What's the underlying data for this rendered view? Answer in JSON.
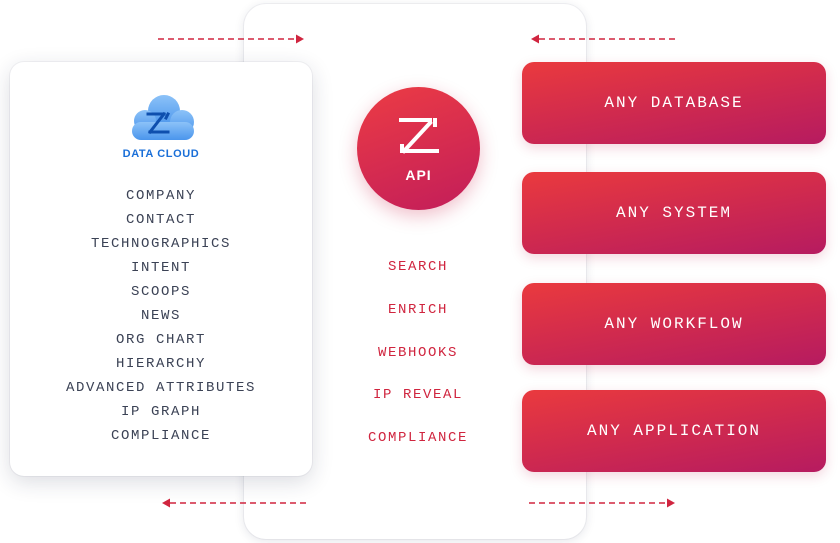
{
  "data_cloud": {
    "label": "DATA CLOUD",
    "icon": "zoominfo-cloud-icon",
    "items": [
      "COMPANY",
      "CONTACT",
      "TECHNOGRAPHICS",
      "INTENT",
      "SCOOPS",
      "NEWS",
      "ORG CHART",
      "HIERARCHY",
      "ADVANCED ATTRIBUTES",
      "IP GRAPH",
      "COMPLIANCE"
    ]
  },
  "api": {
    "label": "API",
    "icon": "zoominfo-z-logo-icon",
    "operations": [
      "SEARCH",
      "ENRICH",
      "WEBHOOKS",
      "IP REVEAL",
      "COMPLIANCE"
    ]
  },
  "destinations": [
    "ANY DATABASE",
    "ANY SYSTEM",
    "ANY WORKFLOW",
    "ANY APPLICATION"
  ],
  "colors": {
    "accent_red": "#d0253f",
    "gradient_start": "#ea3a3e",
    "gradient_end": "#b61b60",
    "cloud_blue": "#1a6fd8",
    "text_dark": "#3b4255"
  }
}
